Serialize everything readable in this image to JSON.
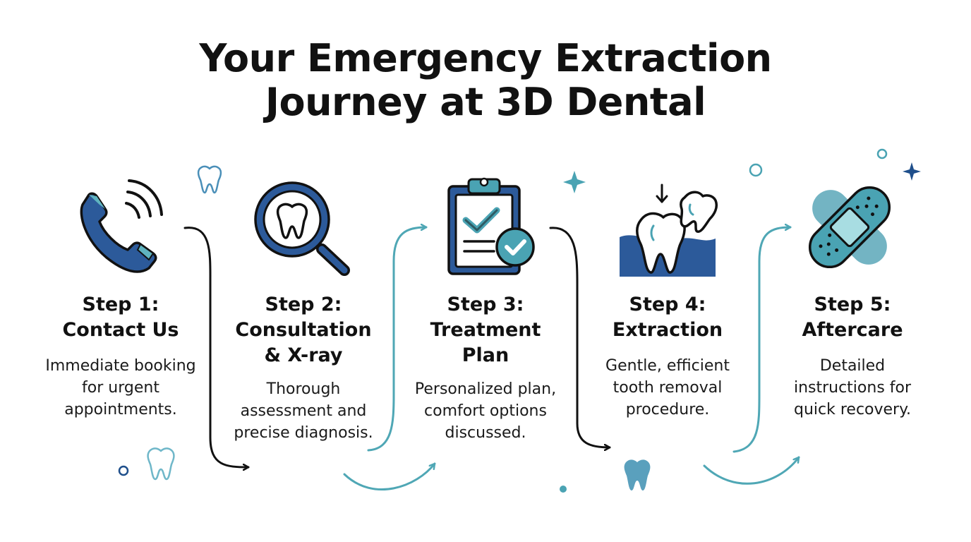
{
  "title": {
    "line1": "Your Emergency Extraction",
    "line2": "Journey at 3D Dental"
  },
  "steps": [
    {
      "heading": [
        "Step 1:",
        "Contact Us"
      ],
      "description": [
        "Immediate booking",
        "for urgent",
        "appointments."
      ],
      "icon": "phone-icon"
    },
    {
      "heading": [
        "Step 2:",
        "Consultation",
        "& X-ray"
      ],
      "description": [
        "Thorough",
        "assessment and",
        "precise diagnosis."
      ],
      "icon": "magnifier-tooth-icon"
    },
    {
      "heading": [
        "Step 3:",
        "Treatment",
        "Plan"
      ],
      "description": [
        "Personalized plan,",
        "comfort options",
        "discussed."
      ],
      "icon": "clipboard-check-icon"
    },
    {
      "heading": [
        "Step 4:",
        "Extraction"
      ],
      "description": [
        "Gentle, efficient",
        "tooth removal",
        "procedure."
      ],
      "icon": "tooth-extraction-icon"
    },
    {
      "heading": [
        "Step 5:",
        "Aftercare"
      ],
      "description": [
        "Detailed",
        "instructions for",
        "quick recovery."
      ],
      "icon": "bandage-icon"
    }
  ],
  "colors": {
    "navy": "#1f4f8b",
    "teal": "#4aa3b3",
    "teal_light": "#6fc0c7",
    "arrow_dark": "#111111",
    "arrow_teal": "#4fa7b5"
  }
}
